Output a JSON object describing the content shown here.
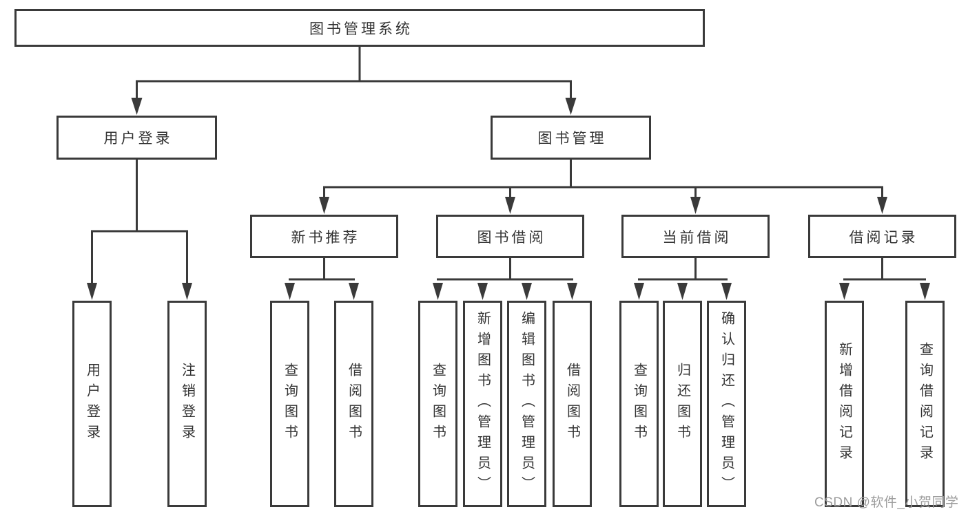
{
  "diagram": {
    "root": {
      "label": "图书管理系统"
    },
    "branches": [
      {
        "label": "用户登录",
        "children": [
          {
            "label": "用户登录"
          },
          {
            "label": "注销登录"
          }
        ]
      },
      {
        "label": "图书管理",
        "children": [
          {
            "label": "新书推荐",
            "children": [
              {
                "label": "查询图书"
              },
              {
                "label": "借阅图书"
              }
            ]
          },
          {
            "label": "图书借阅",
            "children": [
              {
                "label": "查询图书"
              },
              {
                "label": "新增图书（管理员）"
              },
              {
                "label": "编辑图书（管理员）"
              },
              {
                "label": "借阅图书"
              }
            ]
          },
          {
            "label": "当前借阅",
            "children": [
              {
                "label": "查询图书"
              },
              {
                "label": "归还图书"
              },
              {
                "label": "确认归还（管理员）"
              }
            ]
          },
          {
            "label": "借阅记录",
            "children": [
              {
                "label": "新增借阅记录"
              },
              {
                "label": "查询借阅记录"
              }
            ]
          }
        ]
      }
    ],
    "colors": {
      "line": "#3a3a3a",
      "text": "#333333",
      "background": "#ffffff",
      "watermark": "#9c9c9c"
    }
  },
  "watermark": {
    "text": "CSDN @软件_小贺同学"
  }
}
